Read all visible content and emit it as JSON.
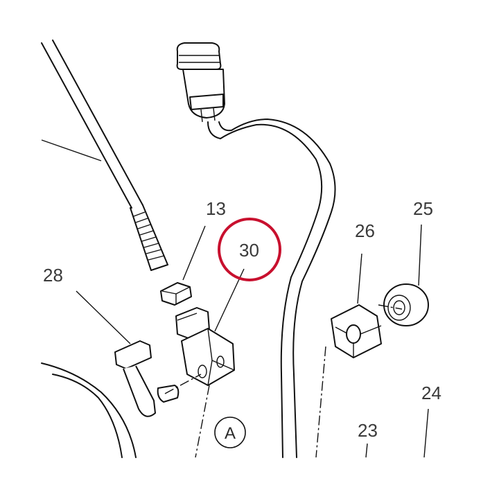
{
  "diagram": {
    "callouts": {
      "c13": "13",
      "c30": "30",
      "c28": "28",
      "c26": "26",
      "c25": "25",
      "c24": "24",
      "c23": "23",
      "cA": "A"
    },
    "highlight_color": "#c8102e",
    "line_color": "#111111"
  }
}
